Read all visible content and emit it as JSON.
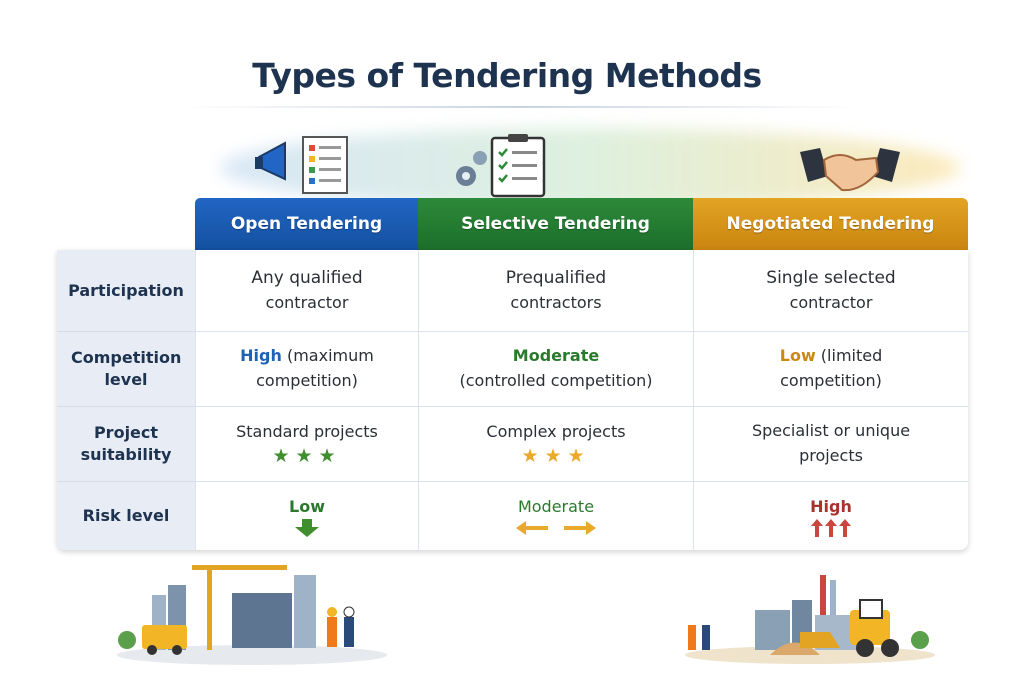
{
  "title": "Types of Tendering Methods",
  "columns": [
    {
      "label": "Open Tendering",
      "color": "#1a5db5"
    },
    {
      "label": "Selective Tendering",
      "color": "#267d33"
    },
    {
      "label": "Negotiated Tendering",
      "color": "#d9961a"
    }
  ],
  "rows": [
    {
      "label": "Participation",
      "cells": [
        {
          "line1": "Any qualified",
          "line2": "contractor"
        },
        {
          "line1": "Prequalified",
          "line2": "contractors"
        },
        {
          "line1": "Single selected",
          "line2": "contractor"
        }
      ]
    },
    {
      "label": "Competition level",
      "cells": [
        {
          "emph": "High",
          "rest": " (maximum",
          "line2": "competition)",
          "color": "#1d63b5"
        },
        {
          "emph": "Moderate",
          "rest": "",
          "line2": "(controlled competition)",
          "color": "#2a7a2e"
        },
        {
          "emph": "Low",
          "rest": " (limited",
          "line2": "competition)",
          "color": "#c98a12"
        }
      ]
    },
    {
      "label": "Project suitability",
      "cells": [
        {
          "line1": "Standard projects",
          "stars": "★★★"
        },
        {
          "line1": "Complex projects",
          "stars": "★★★"
        },
        {
          "line1": "Specialist or unique",
          "line2": "projects"
        }
      ]
    },
    {
      "label": "Risk level",
      "cells": [
        {
          "value": "Low",
          "indicator": "down-arrow",
          "color": "#2a7a2e"
        },
        {
          "value": "Moderate",
          "indicator": "left-right-arrow",
          "color": "#2a7a2e"
        },
        {
          "value": "High",
          "indicator": "triple-up-arrow",
          "color": "#a8322e"
        }
      ]
    }
  ]
}
